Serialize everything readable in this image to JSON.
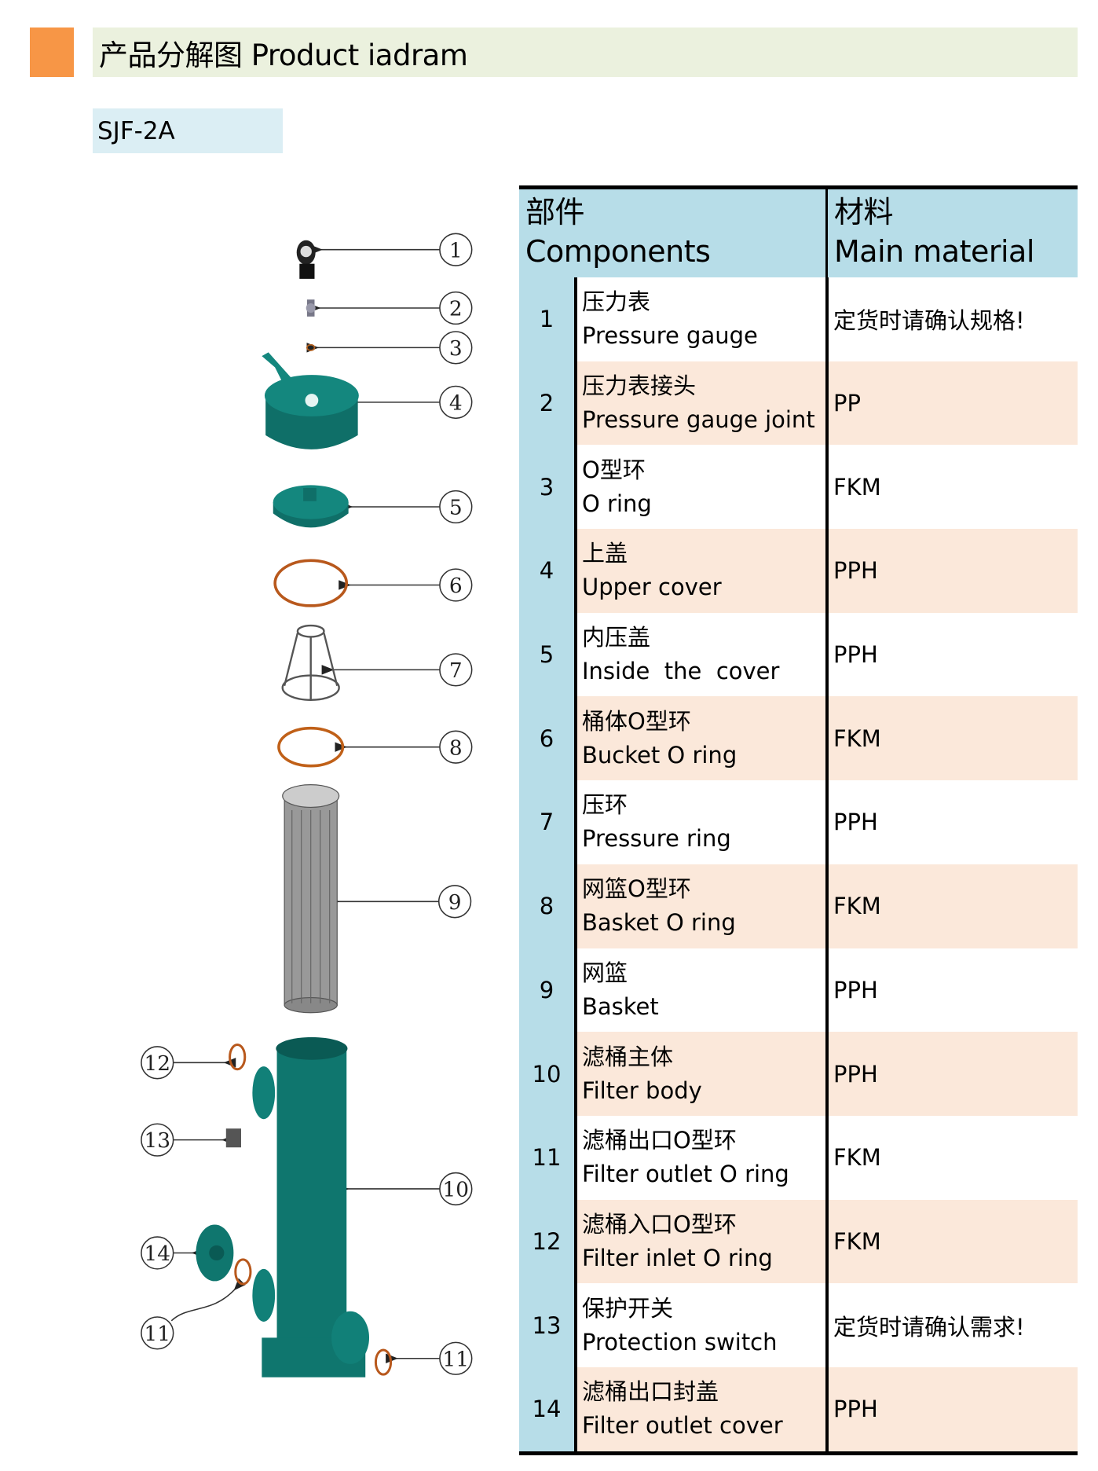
{
  "header": {
    "title": "产品分解图 Product iadram",
    "model": "SJF-2A"
  },
  "colors": {
    "accent_orange": "#f79646",
    "title_bg": "#ebf1de",
    "model_bg": "#dbeef4",
    "table_header_bg": "#b7dde8",
    "row_alt_bg": "#fbe8da",
    "body_teal": "#0f7a72"
  },
  "table": {
    "col_components_cn": "部件",
    "col_components_en": "Components",
    "col_material_cn": "材料",
    "col_material_en": "Main material",
    "rows": [
      {
        "no": "1",
        "cn": "压力表",
        "en": "Pressure gauge",
        "material": "定货时请确认规格!"
      },
      {
        "no": "2",
        "cn": "压力表接头",
        "en": "Pressure gauge joint",
        "material": "PP"
      },
      {
        "no": "3",
        "cn": "O型环",
        "en": "O ring",
        "material": "FKM"
      },
      {
        "no": "4",
        "cn": "上盖",
        "en": "Upper cover",
        "material": "PPH"
      },
      {
        "no": "5",
        "cn": "内压盖",
        "en": "Inside  the  cover",
        "material": "PPH"
      },
      {
        "no": "6",
        "cn": "桶体O型环",
        "en": "Bucket O ring",
        "material": "FKM"
      },
      {
        "no": "7",
        "cn": "压环",
        "en": "Pressure ring",
        "material": "PPH"
      },
      {
        "no": "8",
        "cn": "网篮O型环",
        "en": "Basket O ring",
        "material": "FKM"
      },
      {
        "no": "9",
        "cn": "网篮",
        "en": "Basket",
        "material": "PPH"
      },
      {
        "no": "10",
        "cn": "滤桶主体",
        "en": "Filter body",
        "material": "PPH"
      },
      {
        "no": "11",
        "cn": "滤桶出口O型环",
        "en": "Filter outlet O ring",
        "material": "FKM"
      },
      {
        "no": "12",
        "cn": "滤桶入口O型环",
        "en": "Filter inlet O ring",
        "material": "FKM"
      },
      {
        "no": "13",
        "cn": "保护开关",
        "en": "Protection switch",
        "material": "定货时请确认需求!"
      },
      {
        "no": "14",
        "cn": "滤桶出口封盖",
        "en": "Filter outlet cover",
        "material": "PPH"
      }
    ]
  },
  "callouts": {
    "c1": "1",
    "c2": "2",
    "c3": "3",
    "c4": "4",
    "c5": "5",
    "c6": "6",
    "c7": "7",
    "c8": "8",
    "c9": "9",
    "c10": "10",
    "c11a": "11",
    "c11b": "11",
    "c12": "12",
    "c13": "13",
    "c14": "14"
  }
}
